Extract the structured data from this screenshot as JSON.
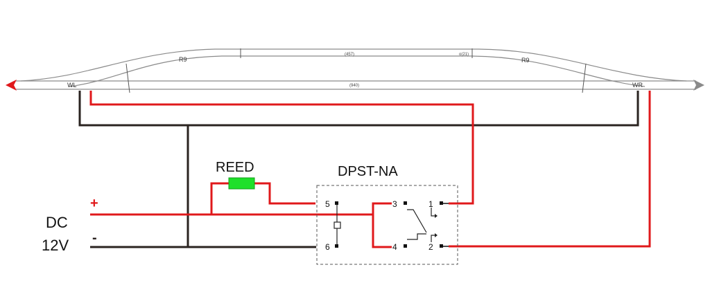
{
  "colors": {
    "red_wire": "#e0181b",
    "black_wire": "#2a2320",
    "track": "#8a8a8a",
    "reed_fill": "#1fe02a",
    "relay_border": "#555555",
    "arrow_left": "#e0181b",
    "arrow_right": "#8a8a8a"
  },
  "track": {
    "left_turnout": "WL",
    "right_turnout": "WR",
    "curve_left": "R9",
    "curve_right": "R9",
    "upper_length": "(457)",
    "upper_short": "o(21)",
    "lower_length": "(940)"
  },
  "reed": {
    "label": "REED"
  },
  "relay": {
    "label": "DPST-NA",
    "pins": [
      "5",
      "6",
      "3",
      "4",
      "1",
      "2"
    ]
  },
  "power": {
    "dc_label": "DC",
    "voltage_label": "12V",
    "plus": "+",
    "minus": "-"
  }
}
